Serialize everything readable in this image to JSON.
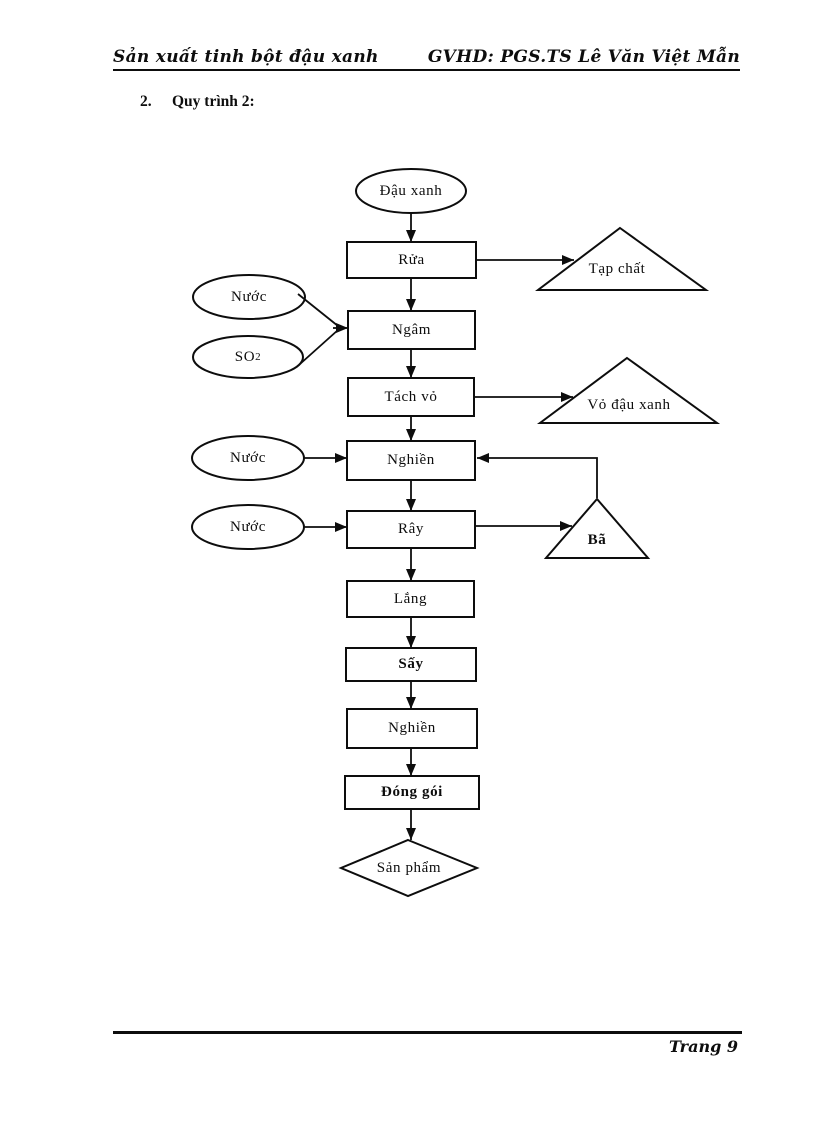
{
  "colors": {
    "ink": "#0d0d0d",
    "paper": "#ffffff"
  },
  "header": {
    "doc_title": "Sản xuất tinh bột đậu xanh",
    "advisor": "GVHD: PGS.TS Lê Văn Việt Mẫn"
  },
  "section": {
    "number": "2.",
    "title": "Quy trình 2:"
  },
  "flowchart": {
    "start_node": "Đậu xanh",
    "steps": {
      "rua": "Rửa",
      "ngam": "Ngâm",
      "tach_vo": "Tách vỏ",
      "nghien_1": "Nghiền",
      "ray": "Rây",
      "lang": "Lắng",
      "say": "Sấy",
      "nghien_2": "Nghiền",
      "dong_goi": "Đóng gói"
    },
    "inputs": {
      "nuoc_1": "Nước",
      "so2_base": "SO",
      "so2_sub": "2",
      "nuoc_2": "Nước",
      "nuoc_3": "Nước"
    },
    "wastes": {
      "tap_chat": "Tạp chất",
      "vo_dau_xanh": "Vỏ đậu xanh",
      "ba": "Bã"
    },
    "end_node": "Sản phẩm"
  },
  "footer": {
    "page_label": "Trang 9"
  }
}
